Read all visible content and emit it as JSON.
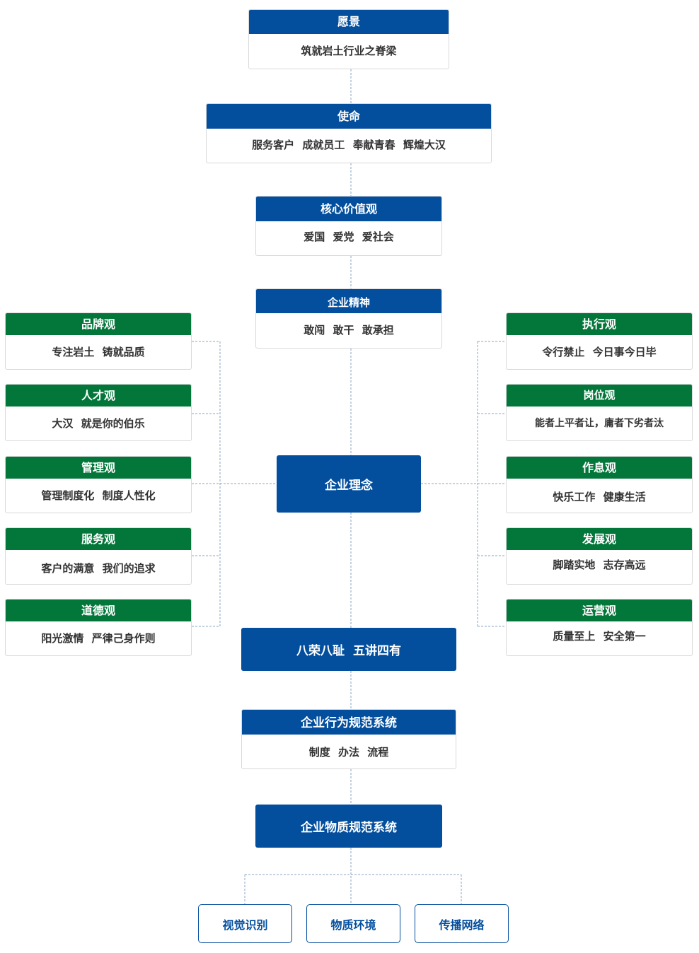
{
  "colors": {
    "blue": "#034e9d",
    "green": "#03763a",
    "connector": "#8aa6c4"
  },
  "center_top": [
    {
      "title": "愿景",
      "body": "筑就岩土行业之脊梁"
    },
    {
      "title": "使命",
      "body": "服务客户 成就员工 奉献青春 辉煌大汉"
    },
    {
      "title": "核心价值观",
      "body": "爱国 爱党 爱社会"
    },
    {
      "title": "企业精神",
      "body": "敢闯 敢干 敢承担"
    }
  ],
  "core": {
    "label": "企业理念"
  },
  "left": [
    {
      "title": "品牌观",
      "body": "专注岩土 铸就品质"
    },
    {
      "title": "人才观",
      "body": "大汉 就是你的伯乐"
    },
    {
      "title": "管理观",
      "body": "管理制度化 制度人性化"
    },
    {
      "title": "服务观",
      "body": "客户的满意 我们的追求"
    },
    {
      "title": "道德观",
      "body": "阳光激情 严律己身作则"
    }
  ],
  "right": [
    {
      "title": "执行观",
      "body": "令行禁止 今日事今日毕"
    },
    {
      "title": "岗位观",
      "body": "能者上平者让，庸者下劣者汰"
    },
    {
      "title": "作息观",
      "body": "快乐工作 健康生活"
    },
    {
      "title": "发展观",
      "body": "脚踏实地 志存高远"
    },
    {
      "title": "运营观",
      "body": "质量至上 安全第一"
    }
  ],
  "honor": {
    "label": "八荣八耻 五讲四有"
  },
  "behavior": {
    "title": "企业行为规范系统",
    "body": "制度 办法 流程"
  },
  "material": {
    "label": "企业物质规范系统"
  },
  "bottom": [
    {
      "label": "视觉识别"
    },
    {
      "label": "物质环境"
    },
    {
      "label": "传播网络"
    }
  ]
}
